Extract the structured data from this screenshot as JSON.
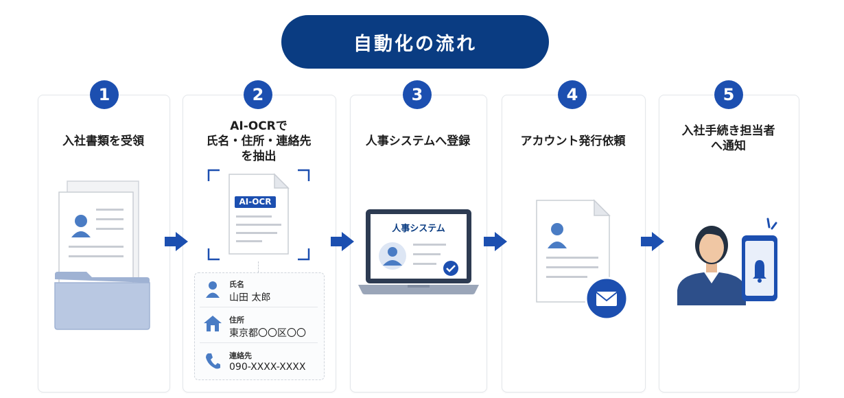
{
  "title": "自動化の流れ",
  "steps": [
    {
      "number": "1",
      "title": "入社書類を受領"
    },
    {
      "number": "2",
      "title_lines": [
        "AI-OCRで",
        "氏名・住所・連絡先",
        "を抽出"
      ],
      "badge": "AI-OCR"
    },
    {
      "number": "3",
      "title": "人事システムへ登録",
      "screen_title": "人事システム"
    },
    {
      "number": "4",
      "title": "アカウント発行依頼"
    },
    {
      "number": "5",
      "title_lines": [
        "入社手続き担当者",
        "へ通知"
      ]
    }
  ],
  "ocr_fields": [
    {
      "label": "氏名",
      "value": "山田 太郎",
      "icon": "person-icon"
    },
    {
      "label": "住所",
      "value": "東京都〇〇区〇〇",
      "icon": "house-icon"
    },
    {
      "label": "連絡先",
      "value": "090-XXXX-XXXX",
      "icon": "phone-icon"
    }
  ],
  "colors": {
    "primary": "#0a3c82",
    "accent": "#1c4fb0",
    "icon_blue": "#4a7cc4"
  }
}
